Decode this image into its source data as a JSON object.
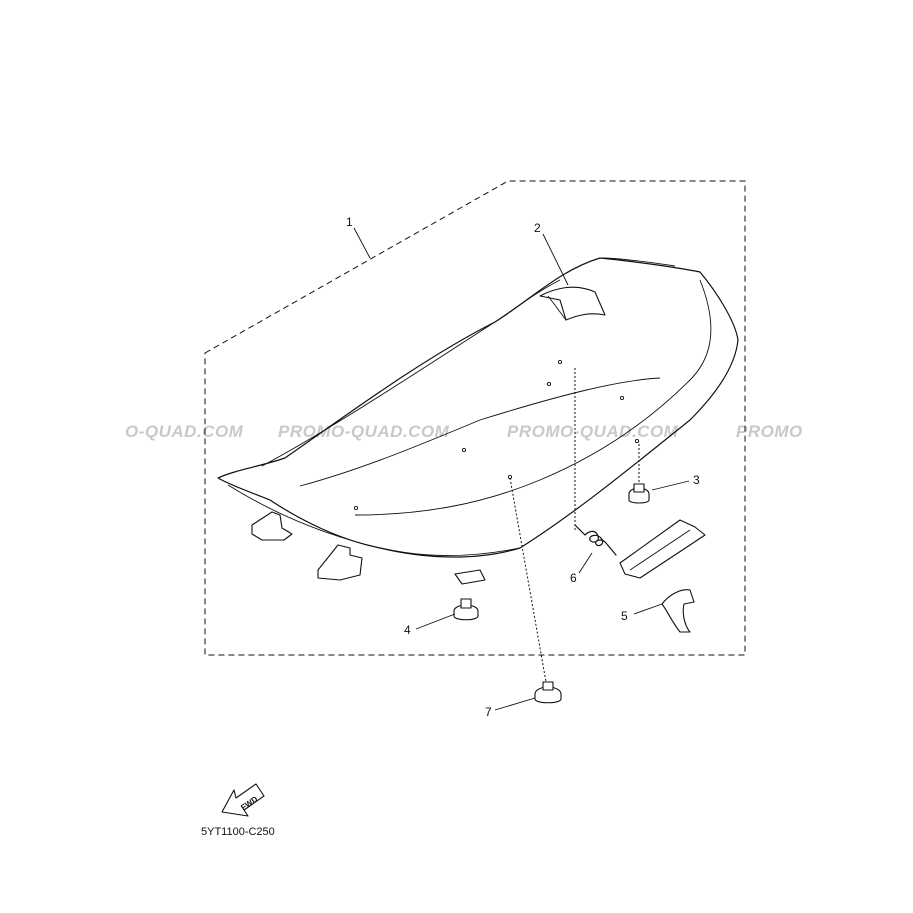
{
  "watermark": {
    "seg1": "O-QUAD.COM",
    "seg2": "PROMO-QUAD.COM",
    "seg3": "PROMO-QUAD.COM",
    "seg4": "PROMO"
  },
  "callouts": {
    "c1": "1",
    "c2": "2",
    "c3": "3",
    "c4": "4",
    "c5": "5",
    "c6": "6",
    "c7": "7"
  },
  "fwd_label": "FWD",
  "diagram_code": "5YT1100-C250",
  "icons": [
    "fwd-arrow-icon"
  ]
}
